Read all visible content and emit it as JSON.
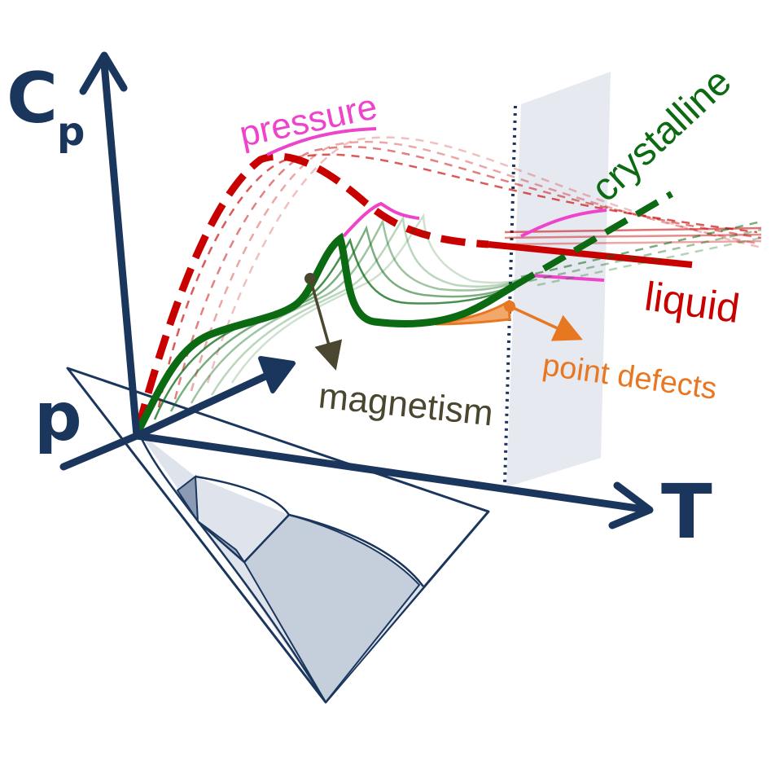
{
  "axes": {
    "cp_main": "C",
    "cp_sub": "p",
    "pressure_axis": "p",
    "temperature_axis": "T"
  },
  "labels": {
    "pressure": "pressure",
    "crystalline": "crystalline",
    "liquid": "liquid",
    "magnetism": "magnetism",
    "point_defects": "point defects"
  },
  "colors": {
    "axis": "#1b365d",
    "liquid": "#c80000",
    "crystalline": "#0b6a12",
    "pressure": "#ee44cc",
    "magnetism": "#4a4630",
    "point_defects": "#e87722",
    "plane": "#e6e9f0",
    "phase_fill": "#c5cedb"
  }
}
